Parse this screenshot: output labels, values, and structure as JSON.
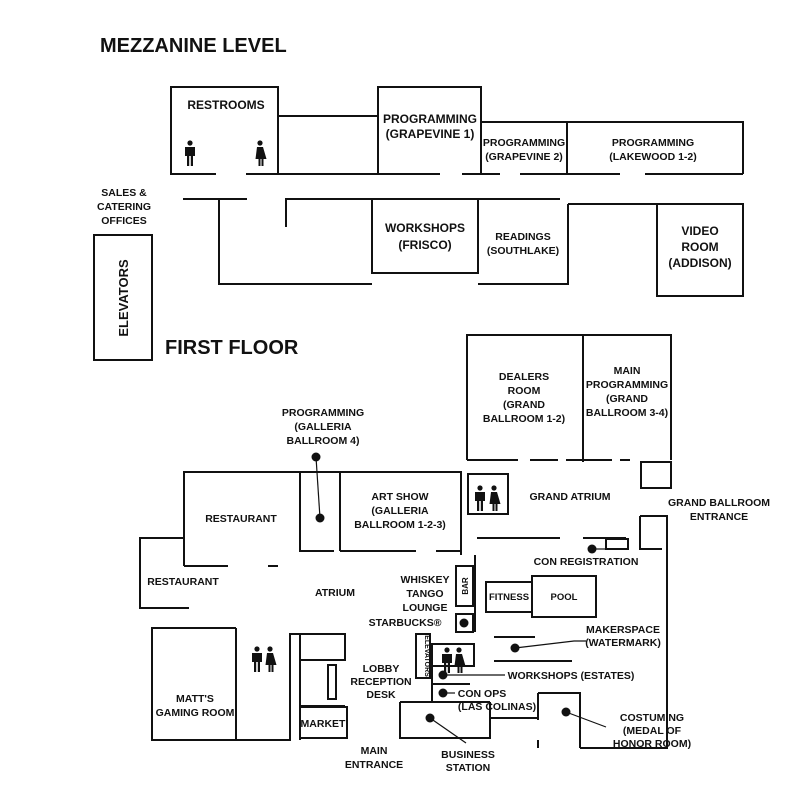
{
  "mezzanine": {
    "heading": "MEZZANINE LEVEL",
    "restrooms": "RESTROOMS",
    "programming_grapevine1": [
      "PROGRAMMING",
      "(GRAPEVINE 1)"
    ],
    "programming_grapevine2": [
      "PROGRAMMING",
      "(GRAPEVINE 2)"
    ],
    "programming_lakewood": [
      "PROGRAMMING",
      "(LAKEWOOD 1-2)"
    ],
    "sales_catering": [
      "SALES &",
      "CATERING",
      "OFFICES"
    ],
    "workshops_frisco": [
      "WORKSHOPS",
      "(FRISCO)"
    ],
    "readings_southlake": [
      "READINGS",
      "(SOUTHLAKE)"
    ],
    "video_room": [
      "VIDEO",
      "ROOM",
      "(ADDISON)"
    ],
    "elevators": "ELEVATORS"
  },
  "first_floor": {
    "heading": "FIRST FLOOR",
    "dealers_room": [
      "DEALERS",
      "ROOM",
      "(GRAND",
      "BALLROOM 1-2)"
    ],
    "main_programming": [
      "MAIN",
      "PROGRAMMING",
      "(GRAND",
      "BALLROOM 3-4)"
    ],
    "programming_galleria": [
      "PROGRAMMING",
      "(GALLERIA",
      "BALLROOM 4)"
    ],
    "restaurant_upper": "RESTAURANT",
    "art_show": [
      "ART SHOW",
      "(GALLERIA",
      "BALLROOM 1-2-3)"
    ],
    "grand_atrium": "GRAND ATRIUM",
    "grand_ballroom_entrance": [
      "GRAND BALLROOM",
      "ENTRANCE"
    ],
    "con_registration": "CON REGISTRATION",
    "restaurant_lower": "RESTAURANT",
    "atrium": "ATRIUM",
    "whiskey_tango": [
      "WHISKEY",
      "TANGO",
      "LOUNGE"
    ],
    "bar": "BAR",
    "fitness": "FITNESS",
    "pool": "POOL",
    "starbucks": "STARBUCKS®",
    "makerspace": [
      "MAKERSPACE",
      "(WATERMARK)"
    ],
    "elevators_small": "ELEVATORS",
    "workshops_estates": "WORKSHOPS (ESTATES)",
    "con_ops": [
      "CON OPS",
      "(LAS COLINAS)"
    ],
    "lobby_reception": [
      "LOBBY",
      "RECEPTION",
      "DESK"
    ],
    "matts_gaming": [
      "MATT'S",
      "GAMING ROOM"
    ],
    "market": "MARKET",
    "costuming": [
      "COSTUMING",
      "(MEDAL OF",
      "HONOR ROOM)"
    ],
    "main_entrance": [
      "MAIN",
      "ENTRANCE"
    ],
    "business_station": [
      "BUSINESS",
      "STATION"
    ]
  },
  "icons": [
    "restroom-man-icon",
    "restroom-woman-icon",
    "location-dot-icon"
  ]
}
